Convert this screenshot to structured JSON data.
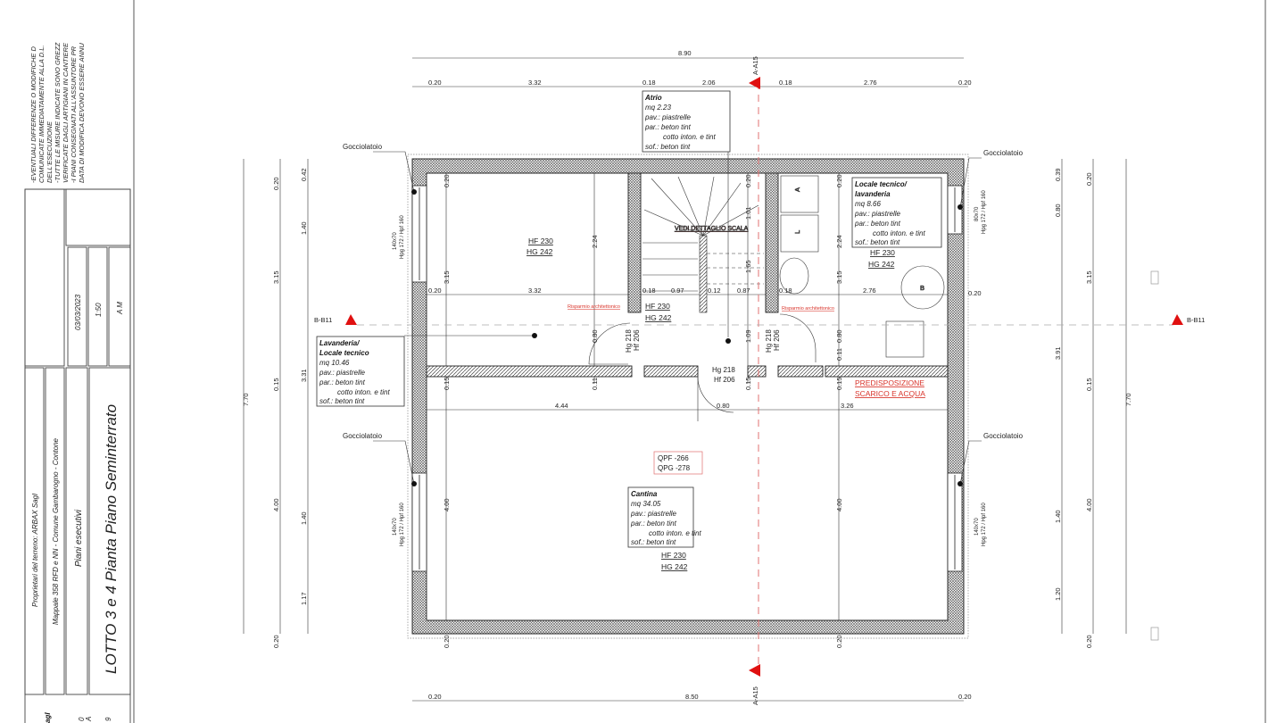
{
  "notes": [
    "-EVENTUALI DIFFERENZE O MODIFICHE D",
    "COMUNICATE IMMEDIATAMENTE ALLA D.L.",
    "DELL'ESECUZIONE",
    "-TUTTE LE MISURE INDICATE SONO GREZZ",
    "VERIFICATE DAGLI ARTIGIANI IN CANTIERE",
    "-I PIANI CONSEGNATI ALL'ASSUNTORE PR",
    "DATA DI MODIFICA DEVONO ESSERE ANNU"
  ],
  "title_block": {
    "owner": "Proprietari del terreno: ARBAX Sagl",
    "parcel": "Mappale 358 RFD e NN - Comune Gambarogno - Contone",
    "phase": "Piani esecutivi",
    "title": "LOTTO 3 e 4  Pianta Piano Seminterrato",
    "date": "03/03/2023",
    "scale": "1:50",
    "author": "A M",
    "firm_fragments": [
      "agl",
      "0",
      "A",
      "9"
    ]
  },
  "sections": {
    "a": "A-A15",
    "b": "B-B11"
  },
  "colors": {
    "section_marker": "#e01010",
    "annotation_red": "#d9342b",
    "wall_hatch": "#555555"
  },
  "dims": {
    "top_total": "8.90",
    "top": [
      "0.20",
      "3.32",
      "0.18",
      "2.06",
      "0.18",
      "2.76",
      "0.20"
    ],
    "mid": [
      "0.20",
      "3.32",
      "0.18",
      "0.97",
      "0.12",
      "0.87",
      "0.18",
      "2.76",
      "0.20"
    ],
    "lower": [
      "4.44",
      "0.80",
      "3.26"
    ],
    "bottom": [
      "0.20",
      "8.50",
      "0.20"
    ],
    "left_total": "7.70",
    "left_a": [
      "0.20",
      "3.15",
      "0.15",
      "4.00",
      "0.20"
    ],
    "left_b": [
      "0.42",
      "1.40",
      "3.31",
      "1.40",
      "1.17"
    ],
    "right_a": [
      "0.39",
      "0.80",
      "3.91",
      "1.40",
      "1.20"
    ],
    "right_b": [
      "0.20",
      "3.15",
      "0.15",
      "4.00",
      "0.20"
    ],
    "right_total": "7.70",
    "in_left": [
      "0.20",
      "3.15",
      "0.15",
      "4.00",
      "0.20"
    ],
    "in_door": [
      "2.24",
      "0.80",
      "0.11"
    ],
    "in_stair": [
      "0.20",
      "1.01",
      "1.65",
      "1.09",
      "0.15"
    ],
    "in_right": [
      "0.20",
      "2.24",
      "3.15",
      "0.80",
      "0.11",
      "0.15",
      "4.00",
      "0.20"
    ]
  },
  "labels": {
    "gocciolatoio": "Gocciolatoio",
    "window_large": "140x70",
    "window_small": "80x70",
    "window_h1": "Hpg 172 / Hpf 160",
    "hf": "HF 230",
    "hg": "HG 242",
    "door_hg": "Hg 218",
    "door_hf": "Hf 206",
    "stair_detail": "VEDI DETTAGLIO SCALA",
    "risparmio": "Risparmio architettonico",
    "predisp1": "PREDISPOSIZIONE",
    "predisp2": "SCARICO E ACQUA",
    "qpf": "QPF   -266",
    "qpg": "QPG   -278",
    "fix_a": "A",
    "fix_l": "L",
    "fix_b": "B"
  },
  "rooms": {
    "atrio": [
      "Atrio",
      "mq 2.23",
      "pav.: piastrelle",
      "par.: beton tint",
      "cotto inton. e tint",
      "sof.: beton tint"
    ],
    "locale": [
      "Locale tecnico/",
      "lavanderia",
      "mq 8.66",
      "pav.: piastrelle",
      "par.: beton tint",
      "cotto inton. e tint",
      "sof.: beton tint"
    ],
    "lavanderia": [
      "Lavanderia/",
      "Locale tecnico",
      "mq 10.46",
      "pav.: piastrelle",
      "par.: beton tint",
      "cotto inton. e tint",
      "sof.: beton tint"
    ],
    "cantina": [
      "Cantina",
      "mq 34.05",
      "pav.: piastrelle",
      "par.: beton tint",
      "cotto inton. e tint",
      "sof.: beton tint"
    ]
  }
}
